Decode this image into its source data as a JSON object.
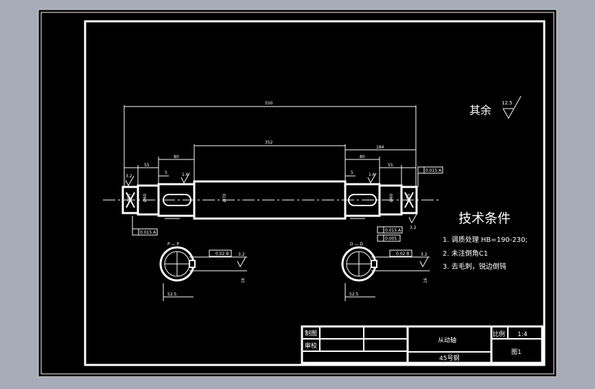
{
  "colors": {
    "background": "#a6adb8",
    "paper": "#000000",
    "line": "#ffffff",
    "accent_red": "#ff3030"
  },
  "dimensions": {
    "overall_length": "550",
    "middle_length": "352",
    "right_section": "184",
    "left_section": "80",
    "right_keyway_section": "80",
    "left_end": "55",
    "right_end": "55",
    "left_small": "5",
    "right_small": "5",
    "left_dia_end": "Ø55",
    "left_dia_bearing": "Ø60",
    "mid_dia": "Ø70",
    "right_dia_bearing": "Ø60",
    "right_dia_end": "Ø55"
  },
  "roughness": {
    "others_label": "其余",
    "others_value": "12.5",
    "left_end": "3.2",
    "right_end": "3.2",
    "keyway_left": "1.6",
    "keyway_right": "1.6"
  },
  "tolerance_frames": {
    "right_top": "0.015 A",
    "left_bottom": "0.015 A",
    "right_bottom_1": "0.015 A",
    "right_bottom_2": "0.005",
    "section_left": "0.02 B",
    "section_right": "0.02 B"
  },
  "sections": {
    "left_label_top": "P — P",
    "right_label_top": "D — D",
    "left_depth": "52.5",
    "right_depth": "52.5",
    "left_width": "16",
    "right_width": "16",
    "left_roughness": "3.2",
    "right_roughness": "3.2"
  },
  "tech_requirements": {
    "heading": "技术条件",
    "items": [
      "1. 调质处理 HB=190-230;",
      "2. 未注倒角C1",
      "3. 去毛刺，锐边倒钝"
    ]
  },
  "title_block": {
    "drawn_label": "制图",
    "checked_label": "审校",
    "part_name": "从动轴",
    "material": "45号钢",
    "scale_label": "比例",
    "scale_value": "1:4",
    "drawing_label": "图1"
  }
}
